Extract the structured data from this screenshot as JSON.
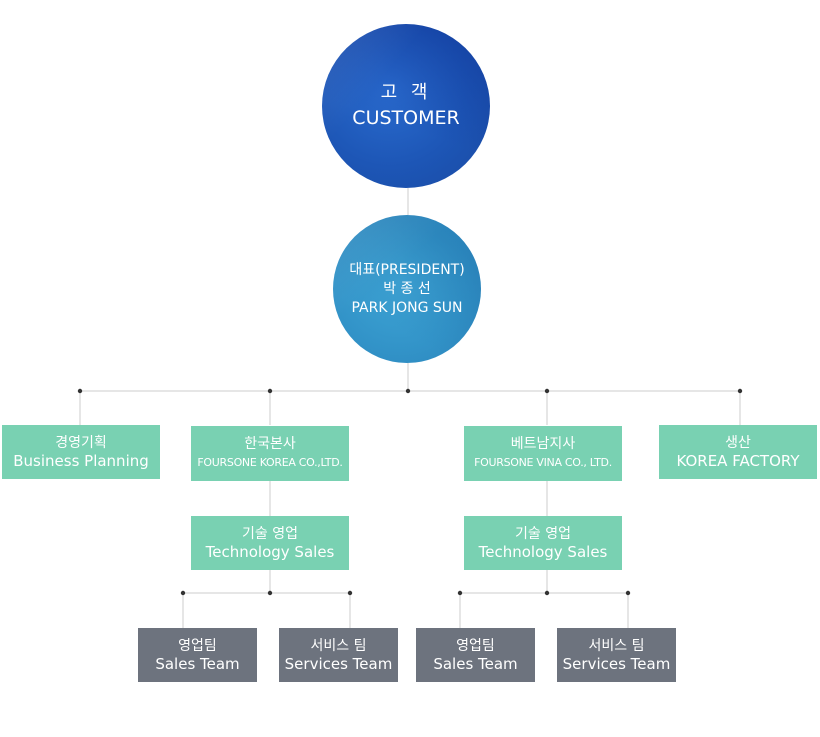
{
  "customer": {
    "line1": "고 객",
    "line2": "CUSTOMER"
  },
  "president": {
    "line1": "대표(PRESIDENT)",
    "line2": "박 종 선",
    "line3": "PARK JONG SUN"
  },
  "departments": {
    "planning": {
      "ko": "경영기획",
      "en": "Business Planning"
    },
    "korea_hq": {
      "ko": "한국본사",
      "en": "FOURSONE KOREA CO.,LTD."
    },
    "vietnam": {
      "ko": "베트남지사",
      "en": "FOURSONE VINA CO., LTD."
    },
    "factory": {
      "ko": "생산",
      "en": "KOREA FACTORY"
    }
  },
  "tech_sales": {
    "korea": {
      "ko": "기술 영업",
      "en": "Technology Sales"
    },
    "vietnam": {
      "ko": "기술 영업",
      "en": "Technology Sales"
    }
  },
  "teams": {
    "korea_sales": {
      "ko": "영업팀",
      "en": "Sales Team"
    },
    "korea_services": {
      "ko": "서비스 팀",
      "en": "Services Team"
    },
    "vietnam_sales": {
      "ko": "영업팀",
      "en": "Sales Team"
    },
    "vietnam_services": {
      "ko": "서비스 팀",
      "en": "Services Team"
    }
  },
  "colors": {
    "customer": "#1d56b6",
    "president": "#3293c8",
    "department": "#79d1b2",
    "team": "#6d737e",
    "connector": "#cccccc",
    "dot": "#333333"
  }
}
